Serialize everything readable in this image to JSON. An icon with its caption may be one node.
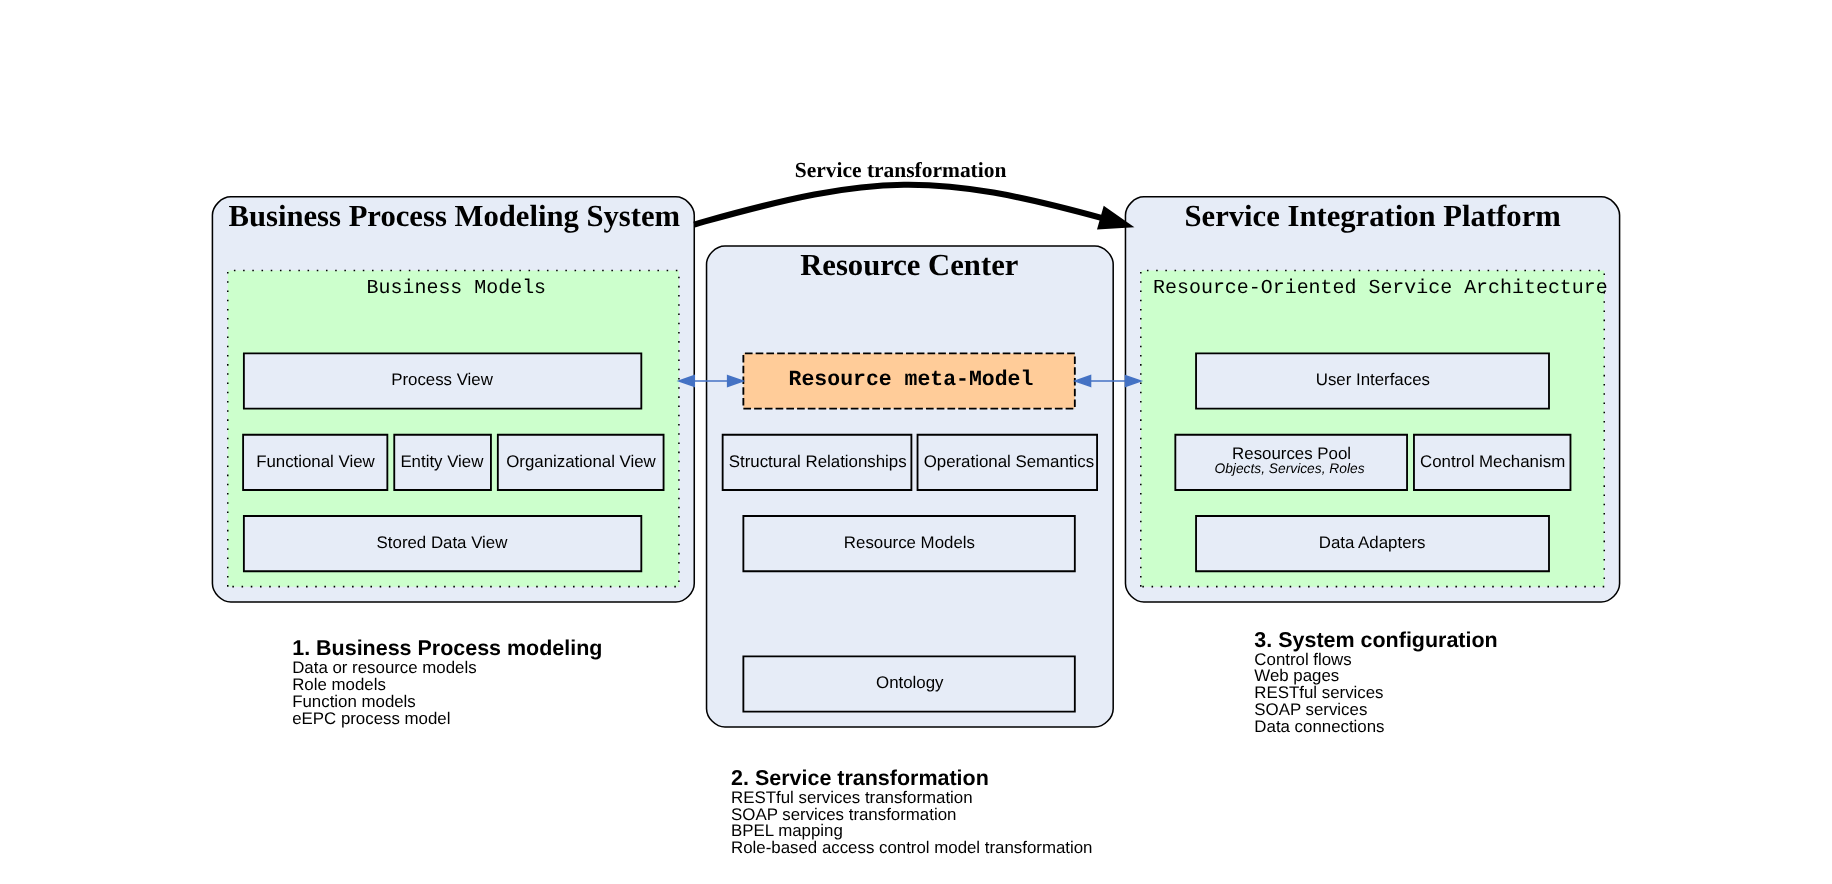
{
  "diagram": {
    "nodes": [
      {
        "text": [
          "Business Process Modeling System"
        ],
        "beside": [
          "1. Business Process modeling",
          "Data or resource models",
          "Role models",
          "Function models",
          "eEPC process model"
        ]
      },
      {
        "text": [
          "Business Models"
        ],
        "in": 0
      },
      {
        "text": [
          "Process View"
        ],
        "in": 1
      },
      {
        "text": [
          "Functional View"
        ],
        "in": 1
      },
      {
        "text": [
          "Entity View"
        ],
        "in": 1
      },
      {
        "text": [
          "Organizational View"
        ],
        "in": 1
      },
      {
        "text": [
          "Stored Data View"
        ],
        "in": 1
      },
      {
        "text": [
          "Resource Center"
        ],
        "beside": [
          "2. Service transformation",
          "RESTful services transformation",
          "SOAP services transformation",
          "BPEL mapping",
          "Role-based access control model transformation"
        ]
      },
      {
        "text": [
          "Resource meta-Model"
        ],
        "in": 7
      },
      {
        "text": [
          "Structural Relationships"
        ],
        "in": 7
      },
      {
        "text": [
          "Operational Semantics"
        ],
        "in": 7
      },
      {
        "text": [
          "Resource Models"
        ],
        "in": 7
      },
      {
        "text": [
          "Ontology"
        ],
        "in": 7
      },
      {
        "text": [
          "Service Integration Platform"
        ],
        "beside": [
          "3. System configuration",
          "Control flows",
          "Web pages",
          "RESTful services",
          "SOAP services",
          "Data connections"
        ]
      },
      {
        "text": [
          "Resource-Oriented Service Architecture"
        ],
        "in": 13
      },
      {
        "text": [
          "User Interfaces"
        ],
        "in": 14
      },
      {
        "text": [
          "Resources Pool",
          "Objects, Services, Roles"
        ],
        "in": 14
      },
      {
        "text": [
          "Control Mechanism"
        ],
        "in": 14
      },
      {
        "text": [
          "Data Adapters"
        ],
        "in": 14
      }
    ],
    "edges": [
      {
        "from": 0,
        "to": 13,
        "arrow": "to",
        "label": "Service transformation",
        "style": "thick",
        "color": "#000000"
      },
      {
        "from": 1,
        "to": 8,
        "arrow": "both",
        "color": "#4472c4"
      },
      {
        "from": 8,
        "to": 14,
        "arrow": "both",
        "color": "#4472c4"
      }
    ]
  }
}
